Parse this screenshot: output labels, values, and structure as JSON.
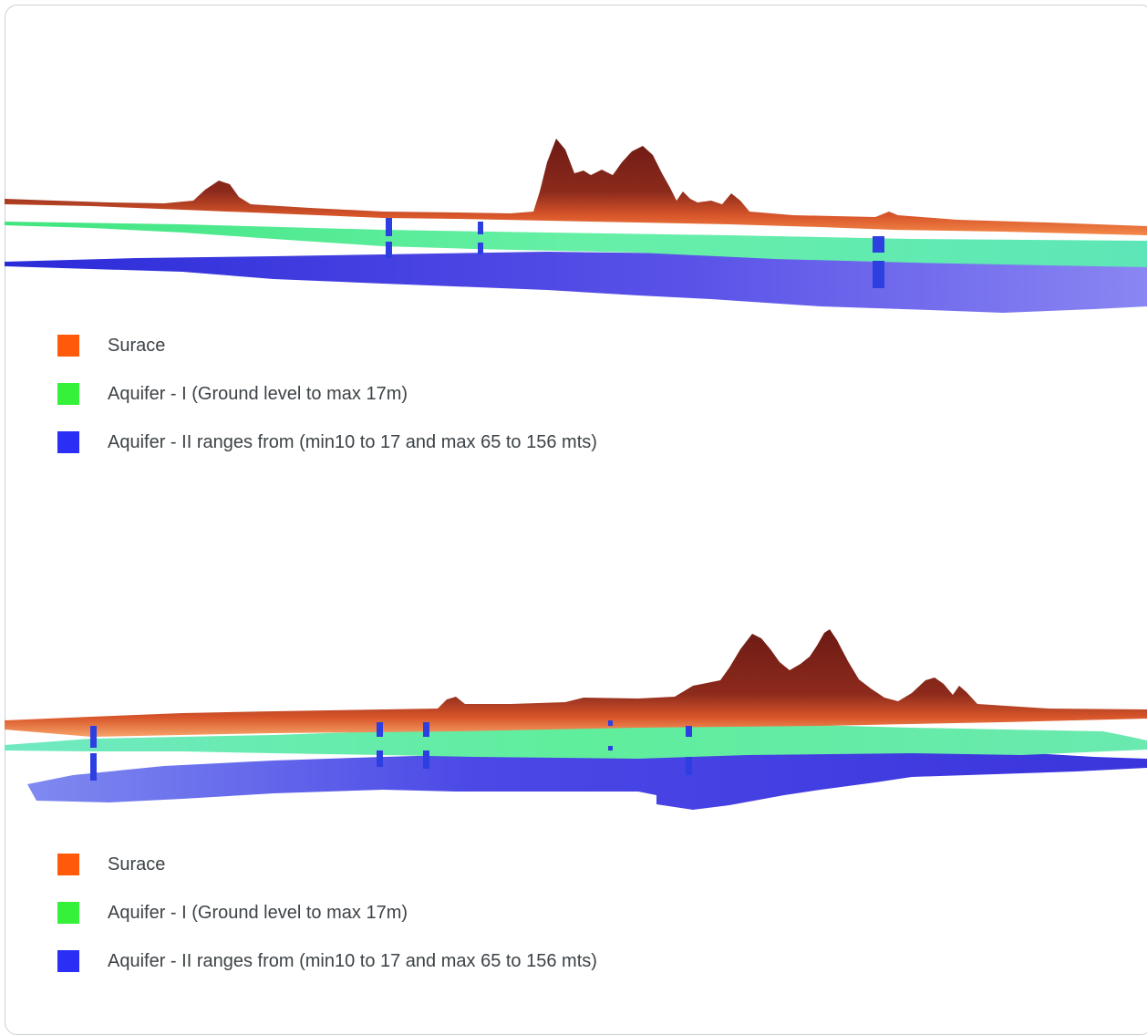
{
  "panels": [
    {
      "id": "top",
      "legend": [
        {
          "label": "Surace",
          "color": "#ff5a0a"
        },
        {
          "label": "Aquifer - I (Ground level to max 17m)",
          "color": "#35f13a"
        },
        {
          "label": "Aquifer - II ranges from (min10 to 17 and max 65 to 156 mts)",
          "color": "#2b2ff5"
        }
      ]
    },
    {
      "id": "bottom",
      "legend": [
        {
          "label": "Surace",
          "color": "#ff5a0a"
        },
        {
          "label": "Aquifer - I (Ground level to max 17m)",
          "color": "#35f13a"
        },
        {
          "label": "Aquifer - II ranges from (min10 to 17 and max 65 to 156 mts)",
          "color": "#2b2ff5"
        }
      ]
    }
  ],
  "colors": {
    "surface_dark": "#7a1f16",
    "surface_light": "#f07a3a",
    "aquifer1": "#4fec8f",
    "aquifer2": "#4b45e8",
    "well": "#2d3fe0"
  }
}
